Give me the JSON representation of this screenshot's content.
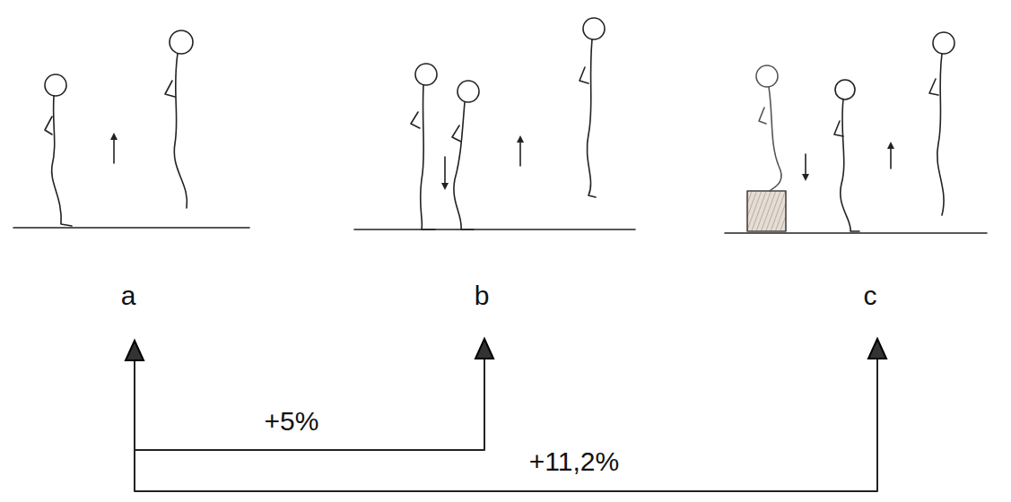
{
  "diagram": {
    "labels": [
      "a",
      "b",
      "c",
      "+5%",
      "+11,2%"
    ]
  }
}
